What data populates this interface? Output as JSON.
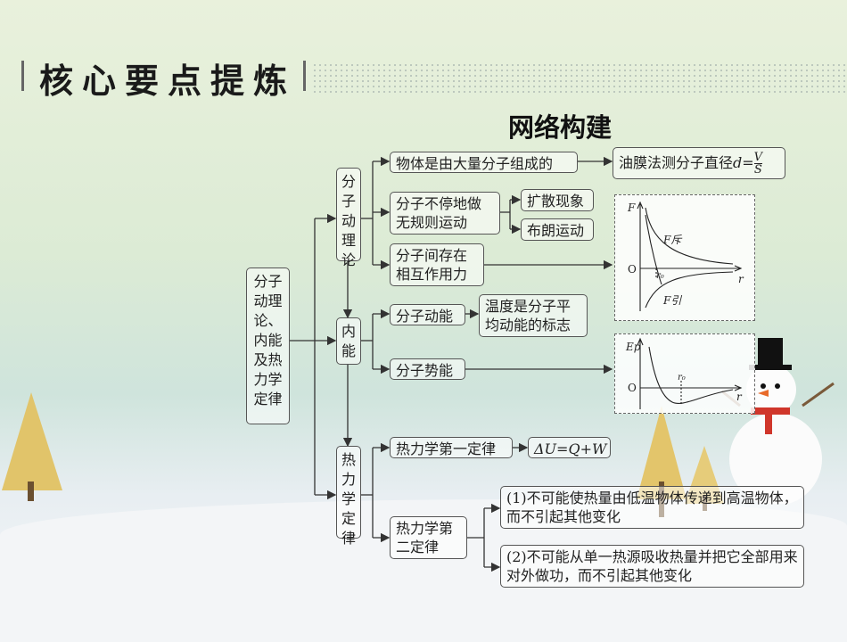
{
  "header": {
    "title": "核心要点提炼",
    "subtitle": "网络构建"
  },
  "root": "分子动理论、内能及热力学定律",
  "branches": {
    "molecular": "分子动理论",
    "internal": "内能",
    "thermo": "热力学定律"
  },
  "nodes": {
    "composed": "物体是由大量分子组成的",
    "oil_film": "油膜法测分子直径",
    "oil_formula_d": "d",
    "oil_formula_eq": "=",
    "oil_formula_num": "V",
    "oil_formula_den": "S",
    "motion": "分子不停地做无规则运动",
    "diffusion": "扩散现象",
    "brownian": "布朗运动",
    "force": "分子间存在相互作用力",
    "kinetic": "分子动能",
    "temperature": "温度是分子平均动能的标志",
    "potential": "分子势能",
    "first_law": "热力学第一定律",
    "first_law_eq": "ΔU=Q+W",
    "second_law": "热力学第二定律",
    "second_1": "(1)不可能使热量由低温物体传递到高温物体，而不引起其他变化",
    "second_2": "(2)不可能从单一热源吸收热量并把它全部用来对外做功，而不引起其他变化"
  },
  "force_graph": {
    "y_axis": "F",
    "x_axis": "r",
    "origin": "O",
    "r0": "r₀",
    "repulsion": "F斥",
    "attraction": "F引"
  },
  "energy_graph": {
    "y_axis": "Ep",
    "x_axis": "r",
    "origin": "O",
    "r0": "r₀"
  }
}
